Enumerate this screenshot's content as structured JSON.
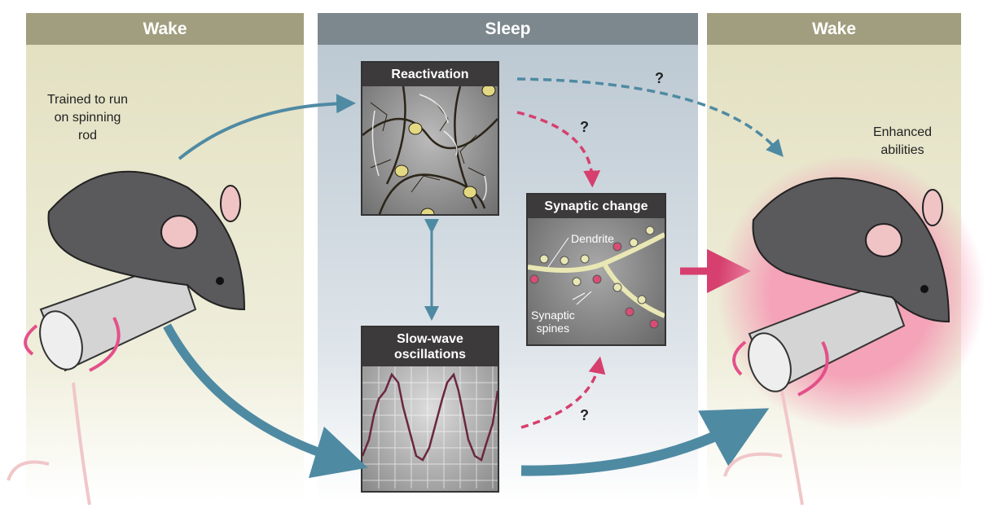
{
  "panels": {
    "wake_left": {
      "title": "Wake",
      "caption": [
        "Trained to run",
        "on spinning",
        "rod"
      ]
    },
    "sleep": {
      "title": "Sleep"
    },
    "wake_right": {
      "title": "Wake",
      "caption": [
        "Enhanced",
        "abilities"
      ]
    }
  },
  "boxes": {
    "reactivation": {
      "title": "Reactivation"
    },
    "slow_wave": {
      "title": [
        "Slow-wave",
        "oscillations"
      ]
    },
    "synaptic_change": {
      "title": "Synaptic change",
      "labels": {
        "dendrite": "Dendrite",
        "spines": [
          "Synaptic",
          "spines"
        ]
      }
    }
  },
  "question_marks": [
    "?",
    "?",
    "?"
  ],
  "colors": {
    "wake_header": "#a19e7f",
    "sleep_header": "#7c878e",
    "blue_arrow": "#4f8aa3",
    "pink_arrow": "#d63f6e"
  }
}
